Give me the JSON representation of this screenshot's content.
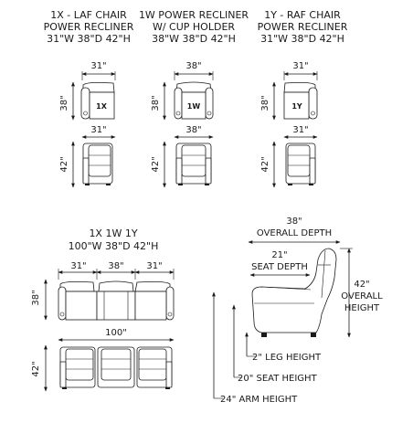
{
  "singles": [
    {
      "key": "laf",
      "title": [
        "1X - LAF CHAIR",
        "POWER RECLINER",
        "31\"W 38\"D 42\"H"
      ],
      "width_label": "31\"",
      "depth_label": "38\"",
      "tag": "1X",
      "front_width_label": "31\"",
      "height_label": "42\""
    },
    {
      "key": "power",
      "title": [
        "1W POWER RECLINER",
        "W/ CUP HOLDER",
        "38\"W 38\"D 42\"H"
      ],
      "width_label": "38\"",
      "depth_label": "38\"",
      "tag": "1W",
      "front_width_label": "38\"",
      "height_label": "42\""
    },
    {
      "key": "raf",
      "title": [
        "1Y - RAF CHAIR",
        "POWER RECLINER",
        "31\"W 38\"D 42\"H"
      ],
      "width_label": "31\"",
      "depth_label": "38\"",
      "tag": "1Y",
      "front_width_label": "31\"",
      "height_label": "42\""
    }
  ],
  "combo": {
    "title": [
      "1X 1W 1Y",
      "100\"W 38\"D 42\"H"
    ],
    "seat_widths": [
      "31\"",
      "38\"",
      "31\""
    ],
    "depth_label": "38\"",
    "total_width_label": "100\"",
    "height_label": "42\""
  },
  "side": {
    "overall_depth": [
      "38\"",
      "OVERALL DEPTH"
    ],
    "seat_depth": [
      "21\"",
      "SEAT DEPTH"
    ],
    "overall_height": [
      "42\"",
      "OVERALL",
      "HEIGHT"
    ],
    "leg_height": "2\" LEG HEIGHT",
    "seat_height": "20\" SEAT HEIGHT",
    "arm_height": "24\" ARM HEIGHT"
  }
}
